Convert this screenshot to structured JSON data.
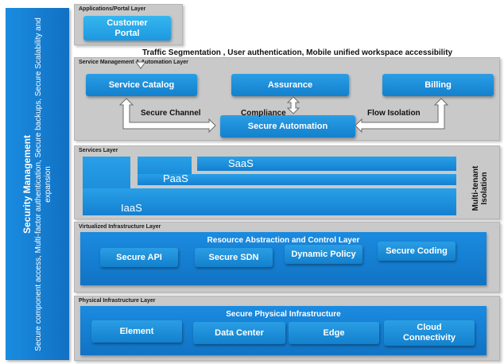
{
  "security": {
    "title": "Security Management",
    "subtitle": "Secure component access, Multi-factor authentication, Secure backups, Secure Scalability and expansion"
  },
  "app_layer": {
    "title": "Applications/Portal Layer",
    "customer_portal": "Customer Portal"
  },
  "traffic_note": "Traffic Segmentation , User authentication,  Mobile unified workspace accessibility",
  "service_layer": {
    "title": "Service Management & Automation Layer",
    "service_catalog": "Service Catalog",
    "assurance": "Assurance",
    "billing": "Billing",
    "secure_channel": "Secure Channel",
    "compliance": "Compliance",
    "flow_isolation": "Flow Isolation",
    "secure_automation": "Secure Automation"
  },
  "services_layer": {
    "title": "Services Layer",
    "saas": "SaaS",
    "paas": "PaaS",
    "iaas": "IaaS",
    "isolation": "Multi-tenant Isolation"
  },
  "virtual_layer": {
    "title": "Virtualized Infrastructure Layer",
    "panel_title": "Resource Abstraction and Control Layer",
    "items": [
      "Secure API",
      "Secure SDN",
      "Dynamic Policy",
      "Secure Coding"
    ]
  },
  "physical_layer": {
    "title": "Physical Infrastructure Layer",
    "panel_title": "Secure Physical Infrastructure",
    "items": [
      "Element",
      "Data Center",
      "Edge",
      "Cloud Connectivity"
    ]
  },
  "colors": {
    "accent": "#1a8de0",
    "dark": "#1066b8",
    "layer_bg": "#c9c9c9"
  }
}
